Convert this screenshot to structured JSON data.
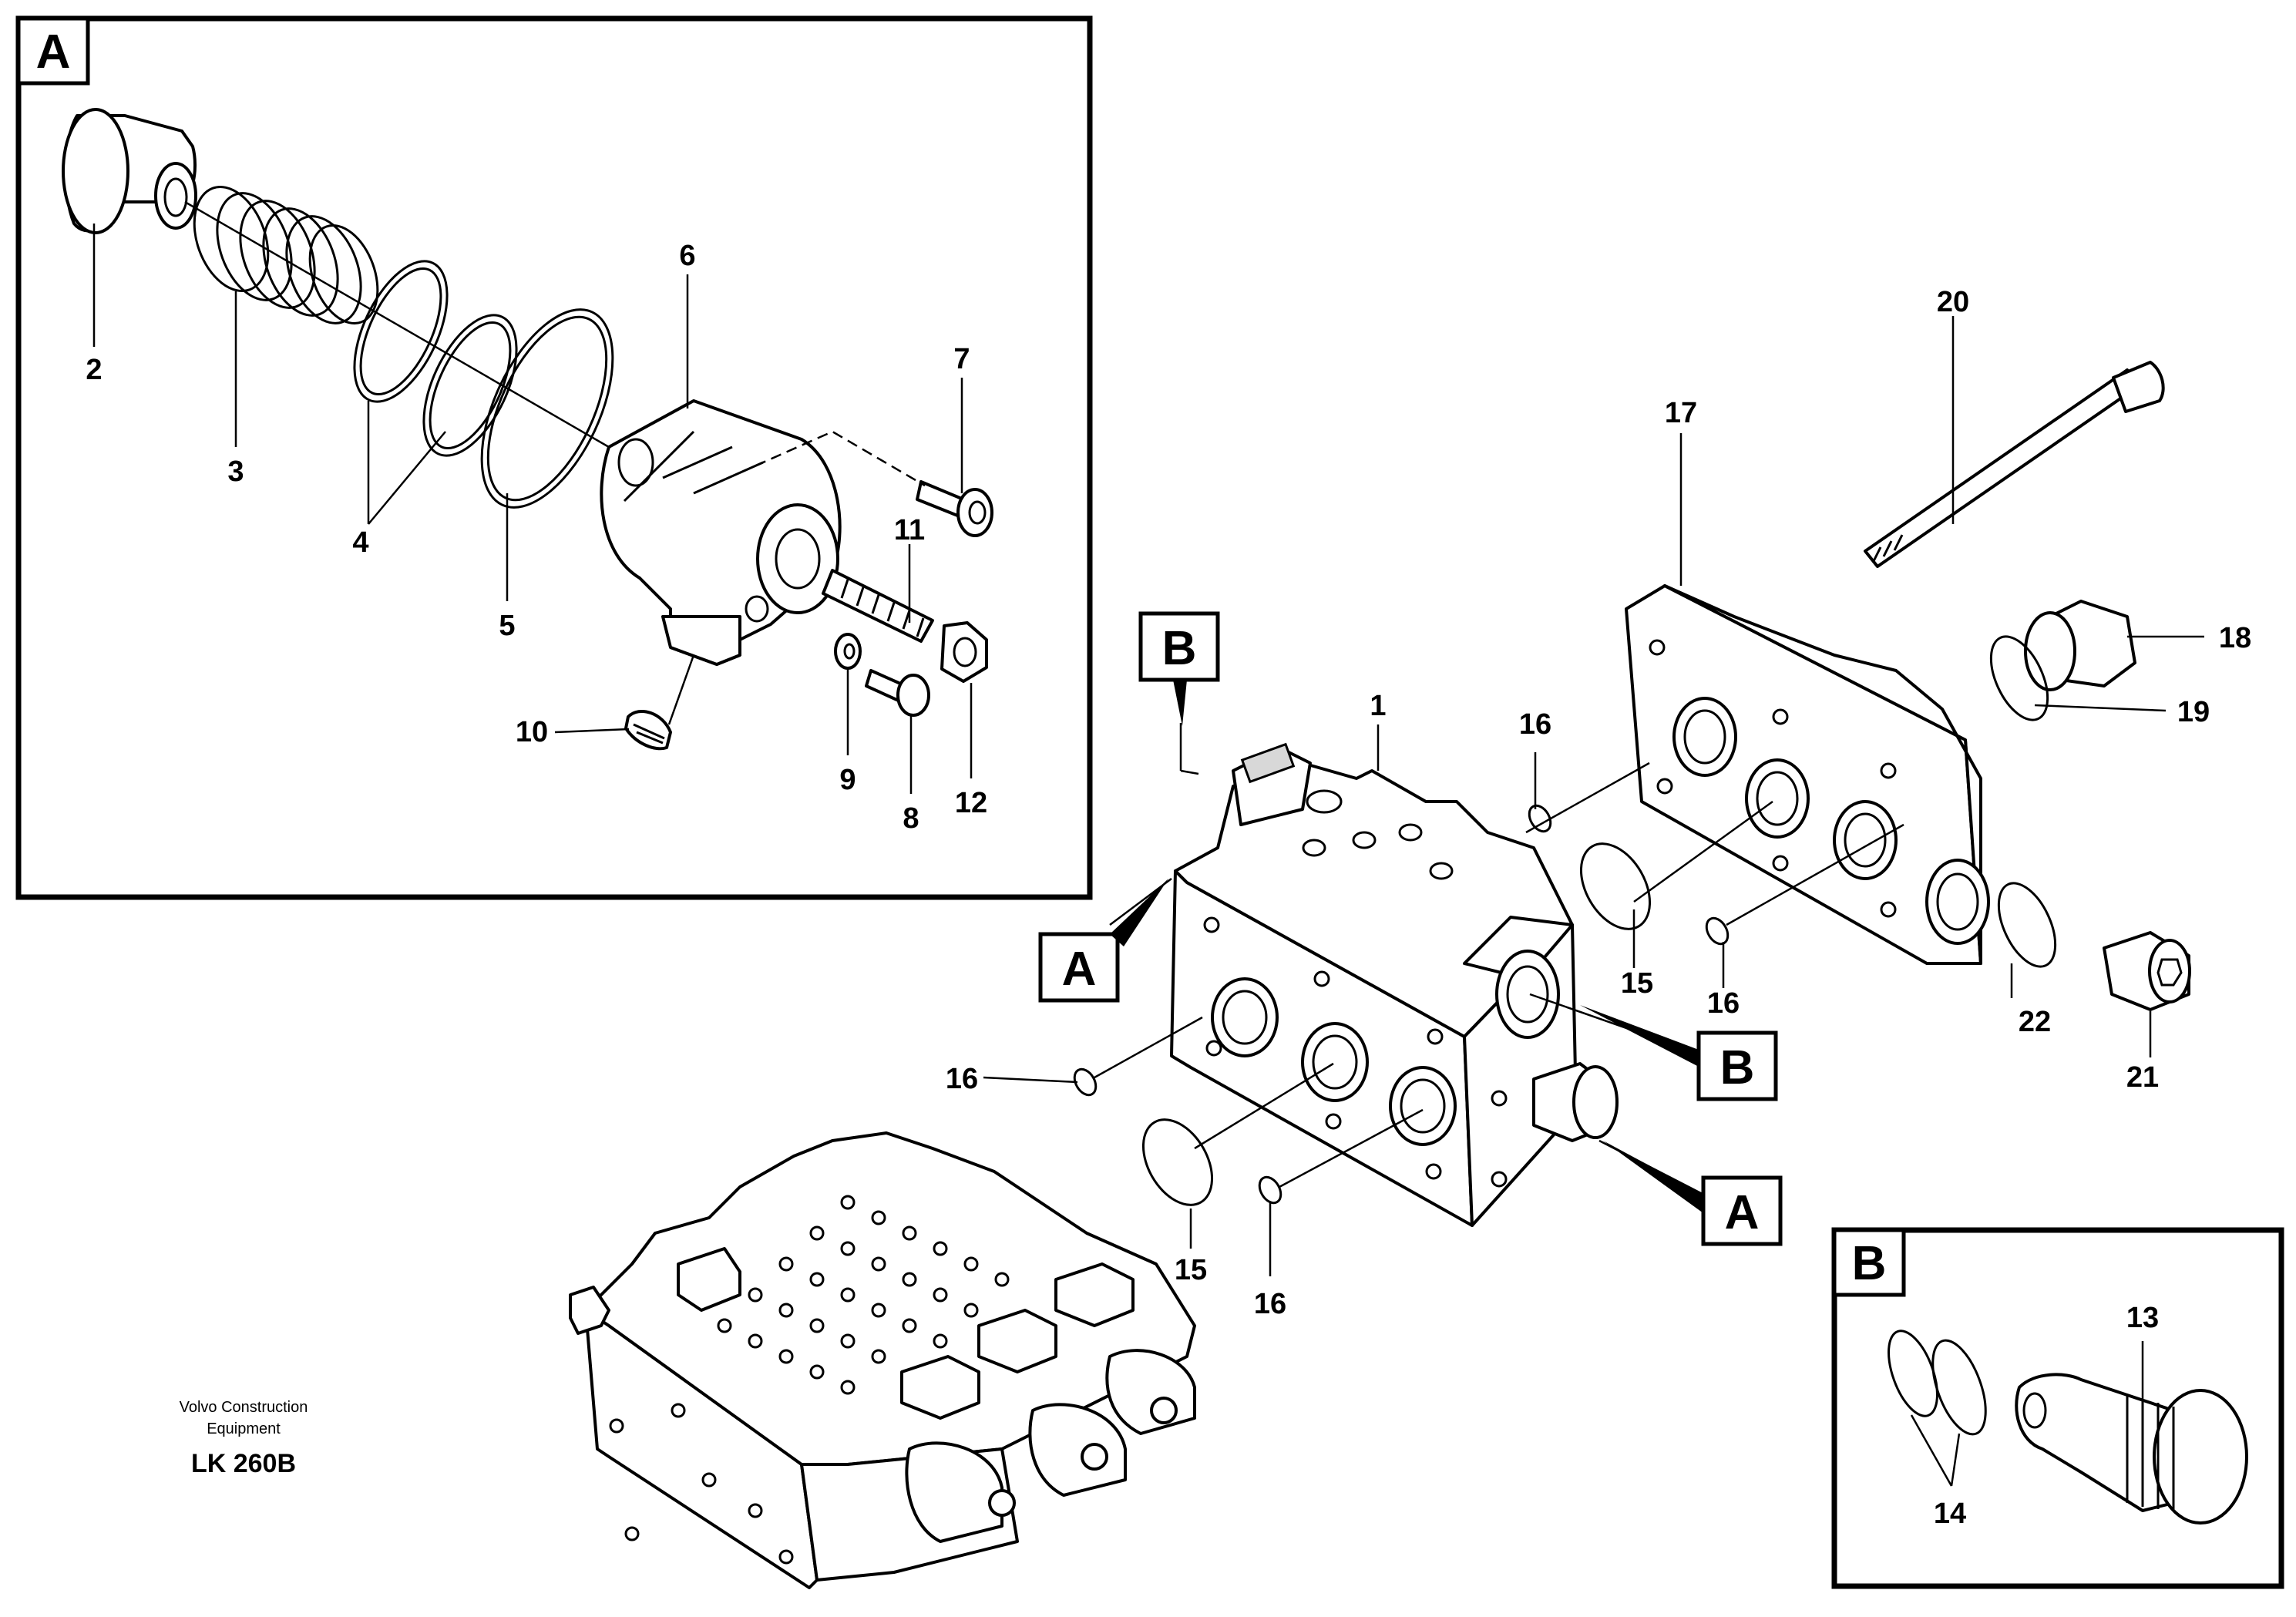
{
  "diagram": {
    "title_lines": [
      "Volvo Construction",
      "Equipment"
    ],
    "code": "LK 260B",
    "detail_tags": {
      "a": "A",
      "b": "B"
    },
    "part_numbers": {
      "p1": "1",
      "p2": "2",
      "p3": "3",
      "p4": "4",
      "p5": "5",
      "p6": "6",
      "p7": "7",
      "p8": "8",
      "p9": "9",
      "p10": "10",
      "p11": "11",
      "p12": "12",
      "p13": "13",
      "p14": "14",
      "p15": "15",
      "p16": "16",
      "p17": "17",
      "p18": "18",
      "p19": "19",
      "p20": "20",
      "p21": "21",
      "p22": "22"
    }
  }
}
